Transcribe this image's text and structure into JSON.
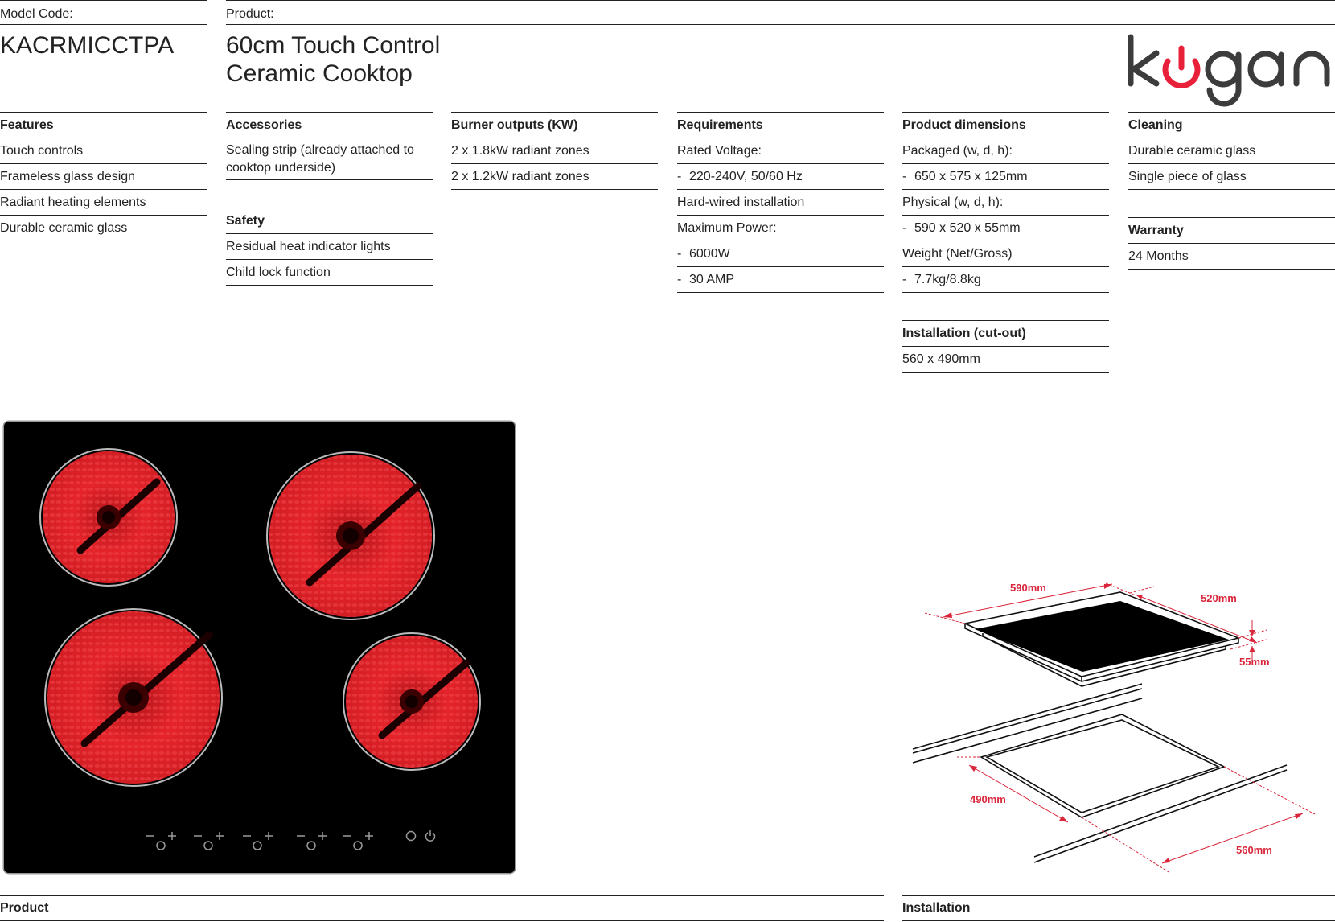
{
  "header": {
    "model_label": "Model Code:",
    "model_code": "KACRMICCTPA",
    "product_label": "Product:",
    "product_line1": "60cm Touch Control",
    "product_line2": "Ceramic Cooktop",
    "logo": {
      "text_pre": "k",
      "text_post": "gan",
      "icon": "power-icon",
      "brand_color": "#e8203a",
      "text_color": "#3c3c3c"
    }
  },
  "specs": {
    "features": {
      "title": "Features",
      "items": [
        "Touch controls",
        "Frameless glass design",
        "Radiant heating elements",
        "Durable ceramic glass"
      ]
    },
    "accessories": {
      "title": "Accessories",
      "items": [
        "Sealing strip (already attached to cooktop underside)"
      ]
    },
    "safety": {
      "title": "Safety",
      "items": [
        "Residual heat indicator lights",
        "Child lock function"
      ]
    },
    "burner_outputs": {
      "title": "Burner outputs (KW)",
      "items": [
        "2 x 1.8kW radiant zones",
        "2 x 1.2kW radiant zones"
      ]
    },
    "requirements": {
      "title": "Requirements",
      "items": [
        "Rated Voltage:",
        "220-240V, 50/60 Hz",
        "Hard-wired installation",
        "Maximum Power:",
        "6000W",
        "30 AMP"
      ]
    },
    "product_dimensions": {
      "title": "Product dimensions",
      "items": [
        "Packaged (w, d, h):",
        "650 x 575 x 125mm",
        "Physical (w, d, h):",
        "590 x 520 x 55mm",
        "Weight (Net/Gross)",
        "7.7kg/8.8kg"
      ]
    },
    "installation_cutout": {
      "title": "Installation (cut-out)",
      "items": [
        "560 x 490mm"
      ]
    },
    "cleaning": {
      "title": "Cleaning",
      "items": [
        "Durable ceramic glass",
        "Single piece of glass"
      ]
    },
    "warranty": {
      "title": "Warranty",
      "items": [
        "24 Months"
      ]
    },
    "dash": "-"
  },
  "product_image": {
    "burners": 4,
    "controls": [
      "minus-plus-zone-1",
      "minus-plus-zone-2",
      "timer",
      "minus-plus-zone-3",
      "minus-plus-zone-4",
      "lock-icon",
      "power-icon"
    ],
    "glow_color": "#e5242a"
  },
  "installation_diagram": {
    "width": "590mm",
    "depth": "520mm",
    "height": "55mm",
    "cutout_depth": "490mm",
    "cutout_width": "560mm",
    "dim_color": "#d9263a"
  },
  "footer": {
    "product_label": "Product",
    "installation_label": "Installation"
  }
}
